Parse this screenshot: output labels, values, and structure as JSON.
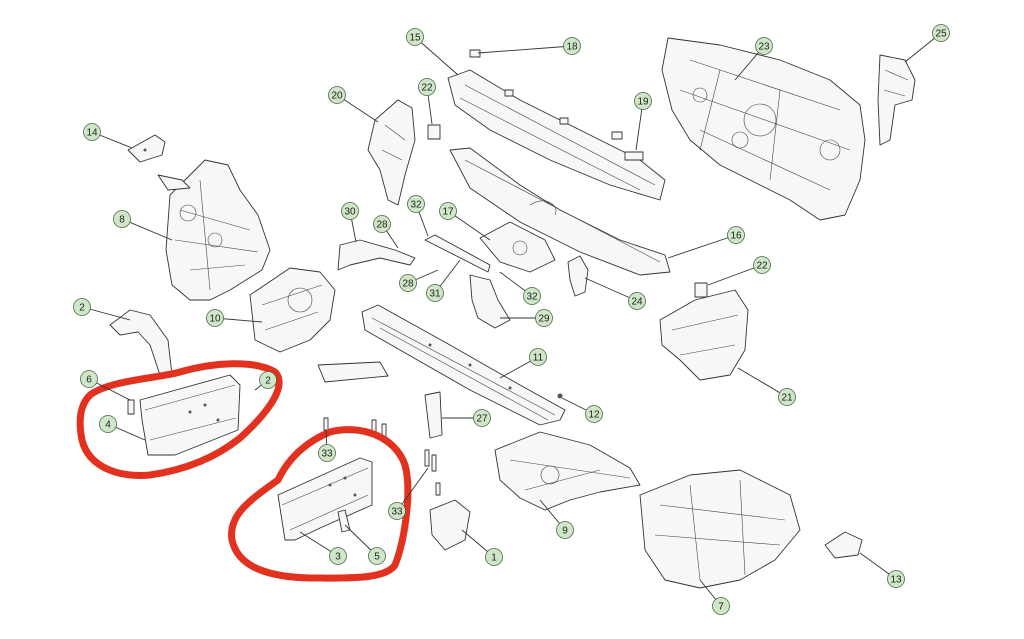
{
  "accent_color": "#e3311f",
  "bubble_color": "#cfe6c9",
  "callouts": [
    "1",
    "2",
    "2",
    "3",
    "4",
    "5",
    "6",
    "7",
    "8",
    "9",
    "10",
    "11",
    "12",
    "13",
    "14",
    "15",
    "16",
    "17",
    "18",
    "19",
    "20",
    "21",
    "22",
    "22",
    "23",
    "24",
    "25",
    "27",
    "28",
    "28",
    "29",
    "30",
    "31",
    "32",
    "32",
    "33",
    "33"
  ],
  "highlight_groups": [
    "left-rail-assembly",
    "right-rail-assembly"
  ]
}
